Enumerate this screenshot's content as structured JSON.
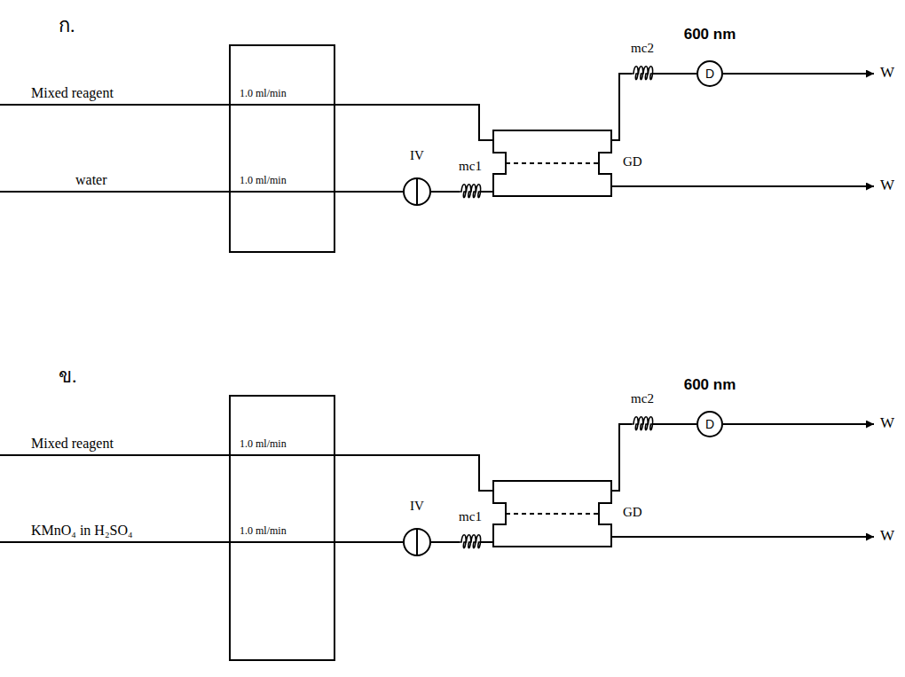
{
  "diagram": {
    "nodes": [
      {
        "text": [
          "1.0 ml/min",
          "1.0 ml/min"
        ]
      },
      {
        "text": [
          "IV"
        ]
      },
      {
        "text": [
          "mc1"
        ]
      },
      {
        "text": [
          "GD"
        ]
      },
      {
        "text": [
          "mc2"
        ]
      },
      {
        "text": [
          "600 nm",
          "D"
        ]
      },
      {
        "text": [
          "1.0 ml/min",
          "1.0 ml/min"
        ]
      },
      {
        "text": [
          "IV"
        ]
      },
      {
        "text": [
          "mc1"
        ]
      },
      {
        "text": [
          "GD"
        ]
      },
      {
        "text": [
          "mc2"
        ]
      },
      {
        "text": [
          "600 nm",
          "D"
        ]
      }
    ],
    "edges": [
      {
        "from": 0,
        "to": 3,
        "arrow": "none"
      },
      {
        "from": 0,
        "to": 1,
        "arrow": "none"
      },
      {
        "from": 1,
        "to": 2,
        "arrow": "none"
      },
      {
        "from": 2,
        "to": 3,
        "arrow": "none"
      },
      {
        "from": 3,
        "to": 4,
        "arrow": "none"
      },
      {
        "from": 4,
        "to": 5,
        "arrow": "none"
      },
      {
        "from": 6,
        "to": 9,
        "arrow": "none"
      },
      {
        "from": 6,
        "to": 7,
        "arrow": "none"
      },
      {
        "from": 7,
        "to": 8,
        "arrow": "none"
      },
      {
        "from": 8,
        "to": 9,
        "arrow": "none"
      },
      {
        "from": 9,
        "to": 10,
        "arrow": "none"
      },
      {
        "from": 10,
        "to": 11,
        "arrow": "none"
      }
    ],
    "labels": [
      "ก.",
      "Mixed reagent",
      "water",
      "W",
      "W",
      "ข.",
      "Mixed reagent",
      "KMnO₄ in H₂SO₄",
      "W",
      "W"
    ]
  }
}
